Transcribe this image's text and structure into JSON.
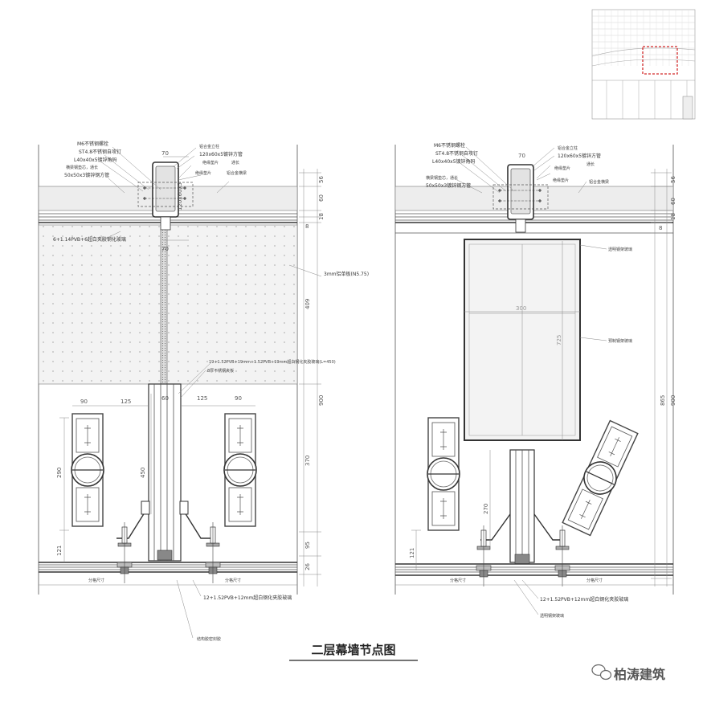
{
  "title": "二层幕墙节点图",
  "watermark": "柏涛建筑",
  "left_detail": {
    "labels": {
      "bolt": "M6不锈钢螺栓",
      "screw": "ST4.8不锈钢自攻钉",
      "angle": "L40x40x5镀锌角码",
      "core": "横梁钢垫芯，通长",
      "tube50": "50x50x3镀锌钢方管",
      "mullion": "铝合金立柱",
      "tube120": "120x60x5镀锌方管",
      "through": "通长",
      "gasket1": "绝缘垫片",
      "gasket2": "绝缘垫片",
      "transom": "铝合金横梁",
      "glass_top": "6+1.14PVB+6超白夹胶钢化玻璃",
      "panel": "3mm铝单板(N5.75)",
      "fin_glass": "19+1.52PVB+19mm+1.52PVB+19mm超白钢化夹胶玻璃(L=450)",
      "clamp": "8厚不锈钢夹板",
      "bottom_glass": "12+1.52PVB+12mm超白钢化夹胶玻璃",
      "sealant": "结构胶密封胶",
      "grid": "分格尺寸"
    },
    "dims": {
      "w70_top": "70",
      "w70_mid": "70",
      "w60": "60",
      "w125_l": "125",
      "w125_r": "125",
      "w90_l": "90",
      "w90_r": "90",
      "h290": "290",
      "h450": "450",
      "h121": "121",
      "d56": "56",
      "d60": "60",
      "d18": "18",
      "d8": "8",
      "d409": "409",
      "d900": "900",
      "d370": "370",
      "d95": "95",
      "d26": "26",
      "tube_size": "120x60x5"
    }
  },
  "right_detail": {
    "labels": {
      "bolt": "M6不锈钢螺栓",
      "screw": "ST4.8不锈钢自攻钉",
      "angle": "L40x40x5镀锌角码",
      "core": "横梁钢垫芯，通长",
      "tube50": "50x50x3镀锌钢方管",
      "mullion": "铝合金立柱",
      "tube120": "120x60x5镀锌方管",
      "through": "通长",
      "gasket1": "绝缘垫片",
      "gasket2": "绝缘垫片",
      "transom": "铝合金横梁",
      "panel_note1": "透明钢架玻璃",
      "panel_note2": "预制钢架玻璃",
      "bottom_glass": "12+1.52PVB+12mm超白钢化夹胶玻璃",
      "sealant": "透明钢架玻璃",
      "grid": "分格尺寸"
    },
    "dims": {
      "w70": "70",
      "w300": "300",
      "h725": "725",
      "h270": "270",
      "h121": "121",
      "d56": "56",
      "d60": "60",
      "d18": "18",
      "d8": "8",
      "d865": "865",
      "d900": "900"
    }
  },
  "colors": {
    "accent_red": "#d42a2a",
    "glass_fill": "#f3f3f3",
    "band_fill": "#ededed"
  }
}
